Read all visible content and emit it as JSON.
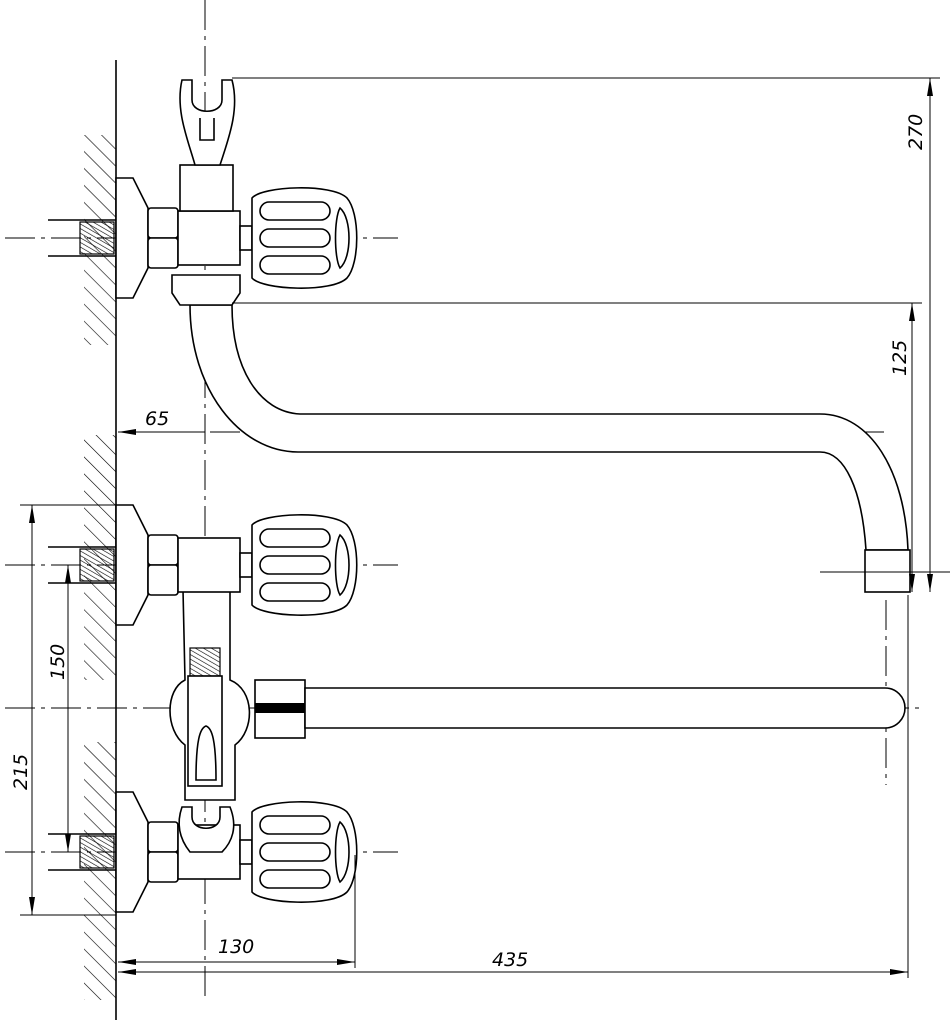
{
  "title": "Faucet dimension drawing",
  "dimensions": {
    "overall_height": "270",
    "spout_height": "125",
    "wall_to_axis": "65",
    "inlet_spacing_small": "150",
    "inlet_spacing_large": "215",
    "knob_projection": "130",
    "spout_reach": "435"
  }
}
